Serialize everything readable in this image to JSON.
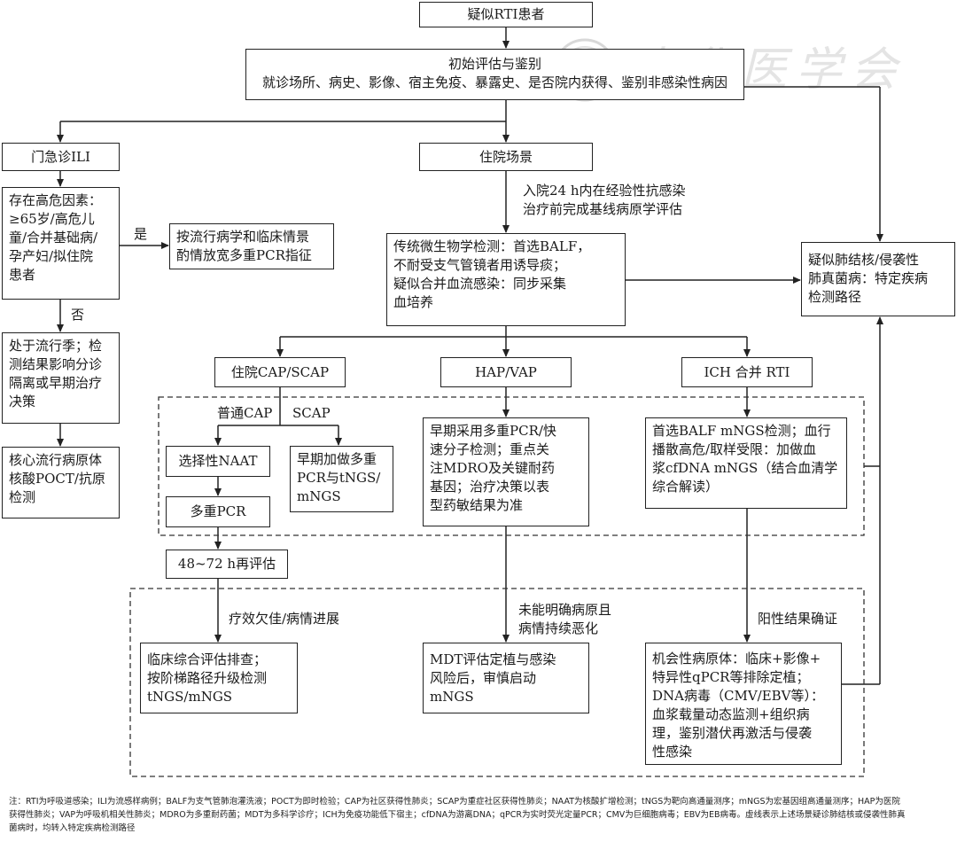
{
  "watermark": {
    "text": "中华医学会"
  },
  "nodes": {
    "start": [
      "疑似RTI患者"
    ],
    "initial_eval": [
      "初始评估与鉴别",
      "就诊场所、病史、影像、宿主免疫、暴露史、是否院内获得、鉴别非感染性病因"
    ],
    "outpatient": [
      "门急诊ILI"
    ],
    "inpatient": [
      "住院场景"
    ],
    "risk": [
      "存在高危因素：",
      "≥65岁/高危儿",
      "童/合并基础病/",
      "孕产妇/拟住院",
      "患者"
    ],
    "pcr_indication": [
      "按流行病学和临床情景",
      "酌情放宽多重PCR指征"
    ],
    "flu_season": [
      "处于流行季；检",
      "测结果影响分诊",
      "隔离或早期治疗",
      "决策"
    ],
    "poct": [
      "核心流行病原体",
      "核酸POCT/抗原",
      "检测"
    ],
    "traditional": [
      "传统微生物学检测：首选BALF，",
      "不耐受支气管镜者用诱导痰；",
      "疑似合并血流感染：同步采集",
      "血培养"
    ],
    "tb_fungal": [
      "疑似肺结核/侵袭性",
      "肺真菌病：特定疾病",
      "检测路径"
    ],
    "cap": [
      "住院CAP/SCAP"
    ],
    "hap": [
      "HAP/VAP"
    ],
    "ich": [
      "ICH 合并 RTI"
    ],
    "naat": [
      "选择性NAAT"
    ],
    "multiplex": [
      "多重PCR"
    ],
    "scap_early": [
      "早期加做多重",
      "PCR与tNGS/",
      "mNGS"
    ],
    "hap_box": [
      "早期采用多重PCR/快",
      "速分子检测；重点关",
      "注MDRO及关键耐药",
      "基因；治疗决策以表",
      "型药敏结果为准"
    ],
    "ich_box": [
      "首选BALF mNGS检测；血行",
      "播散高危/取样受限：加做血",
      "浆cfDNA mNGS（结合血清学",
      "综合解读）"
    ],
    "reeval": [
      "48~72 h再评估"
    ],
    "clinical_eval": [
      "临床综合评估排查；",
      "按阶梯路径升级检测",
      "tNGS/mNGS"
    ],
    "mdt": [
      "MDT评估定植与感染",
      "风险后，审慎启动",
      "mNGS"
    ],
    "opportunistic": [
      "机会性病原体：临床+影像+",
      "特异性qPCR等排除定植；",
      "DNA病毒（CMV/EBV等）：",
      "血浆载量动态监测+组织病",
      "理，鉴别潜伏再激活与侵袭",
      "性感染"
    ]
  },
  "edge_labels": {
    "admit_24h": [
      "入院24 h内在经验性抗感染",
      "治疗前完成基线病原学评估"
    ],
    "yes": [
      "是"
    ],
    "no": [
      "否"
    ],
    "common_cap": [
      "普通CAP"
    ],
    "scap": [
      "SCAP"
    ],
    "poor_response": [
      "疗效欠佳/病情进展"
    ],
    "unclear_pathogen": [
      "未能明确病原且",
      "病情持续恶化"
    ],
    "positive": [
      "阳性结果确证"
    ]
  },
  "note": [
    "注：RTI为呼吸道感染；ILI为流感样病例；BALF为支气管肺泡灌洗液；POCT为即时检验；CAP为社区获得性肺炎；SCAP为重症社区获得性肺炎；NAAT为核酸扩增检测；tNGS为靶向高通量测序；mNGS为宏基因组高通量测序；HAP为医院",
    "获得性肺炎；VAP为呼吸机相关性肺炎；MDRO为多重耐药菌；MDT为多科学诊疗；ICH为免疫功能低下宿主；cfDNA为游离DNA；qPCR为实时荧光定量PCR；CMV为巨细胞病毒；EBV为EB病毒。虚线表示上述场景疑诊肺结核或侵袭性肺真",
    "菌病时，均转入特定疾病检测路径"
  ]
}
